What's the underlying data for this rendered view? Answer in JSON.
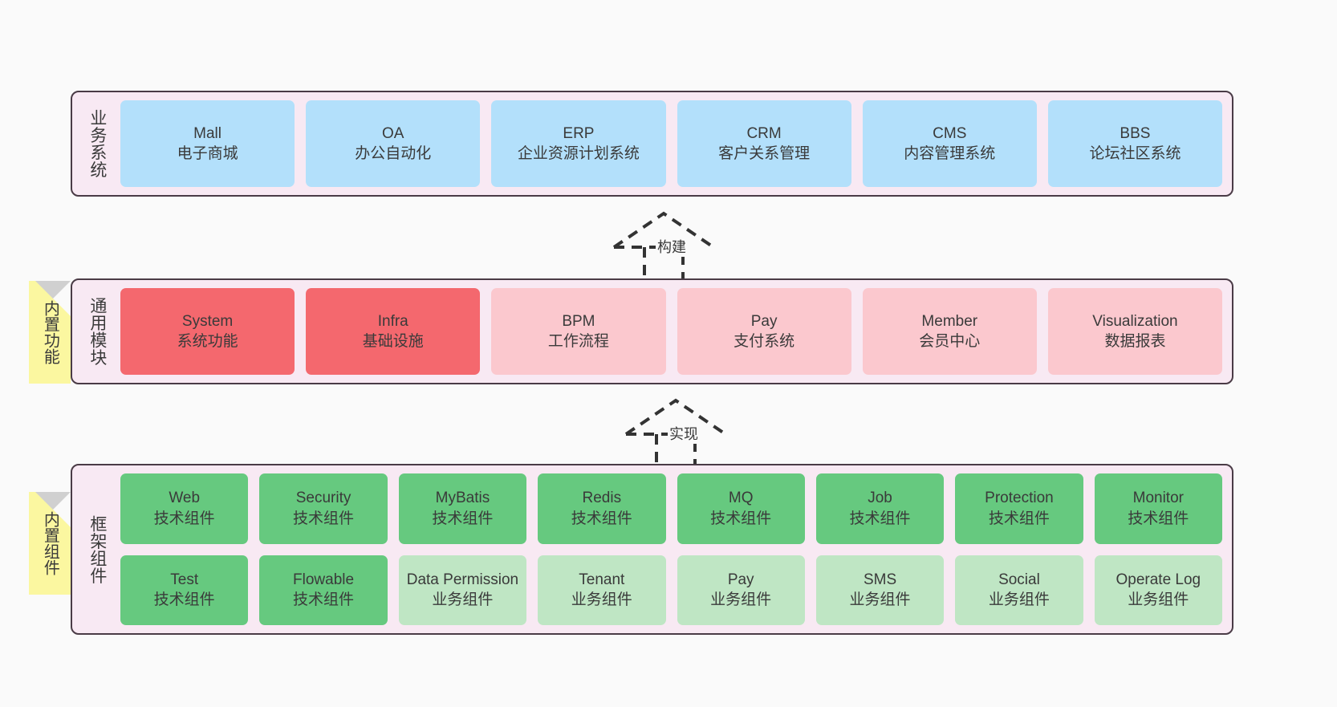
{
  "diagram": {
    "background_color": "#fafafa",
    "band_fill": "#f8e9f3",
    "band_border": "#4a3b46",
    "sticky_fill": "#fbf7a0"
  },
  "layers": [
    {
      "id": "business",
      "title": "业务系统",
      "card_color": "#b3e0fb",
      "rows": [
        {
          "cards": [
            {
              "name": "Mall",
              "desc": "电子商城"
            },
            {
              "name": "OA",
              "desc": "办公自动化"
            },
            {
              "name": "ERP",
              "desc": "企业资源计划系统"
            },
            {
              "name": "CRM",
              "desc": "客户关系管理"
            },
            {
              "name": "CMS",
              "desc": "内容管理系统"
            },
            {
              "name": "BBS",
              "desc": "论坛社区系统"
            }
          ]
        }
      ]
    },
    {
      "id": "modules",
      "title": "通用模块",
      "sticky": "内置功能",
      "rows": [
        {
          "cards": [
            {
              "name": "System",
              "desc": "系统功能",
              "color": "#f4686e"
            },
            {
              "name": "Infra",
              "desc": "基础设施",
              "color": "#f4686e"
            },
            {
              "name": "BPM",
              "desc": "工作流程",
              "color": "#fbc8ce"
            },
            {
              "name": "Pay",
              "desc": "支付系统",
              "color": "#fbc8ce"
            },
            {
              "name": "Member",
              "desc": "会员中心",
              "color": "#fbc8ce"
            },
            {
              "name": "Visualization",
              "desc": "数据报表",
              "color": "#fbc8ce"
            }
          ]
        }
      ]
    },
    {
      "id": "framework",
      "title": "框架组件",
      "sticky": "内置组件",
      "rows": [
        {
          "cards": [
            {
              "name": "Web",
              "desc": "技术组件",
              "color": "#66c97f"
            },
            {
              "name": "Security",
              "desc": "技术组件",
              "color": "#66c97f"
            },
            {
              "name": "MyBatis",
              "desc": "技术组件",
              "color": "#66c97f"
            },
            {
              "name": "Redis",
              "desc": "技术组件",
              "color": "#66c97f"
            },
            {
              "name": "MQ",
              "desc": "技术组件",
              "color": "#66c97f"
            },
            {
              "name": "Job",
              "desc": "技术组件",
              "color": "#66c97f"
            },
            {
              "name": "Protection",
              "desc": "技术组件",
              "color": "#66c97f"
            },
            {
              "name": "Monitor",
              "desc": "技术组件",
              "color": "#66c97f"
            }
          ]
        },
        {
          "cards": [
            {
              "name": "Test",
              "desc": "技术组件",
              "color": "#66c97f"
            },
            {
              "name": "Flowable",
              "desc": "技术组件",
              "color": "#66c97f"
            },
            {
              "name": "Data Permission",
              "desc": "业务组件",
              "color": "#bfe6c4"
            },
            {
              "name": "Tenant",
              "desc": "业务组件",
              "color": "#bfe6c4"
            },
            {
              "name": "Pay",
              "desc": "业务组件",
              "color": "#bfe6c4"
            },
            {
              "name": "SMS",
              "desc": "业务组件",
              "color": "#bfe6c4"
            },
            {
              "name": "Social",
              "desc": "业务组件",
              "color": "#bfe6c4"
            },
            {
              "name": "Operate Log",
              "desc": "业务组件",
              "color": "#bfe6c4"
            }
          ]
        }
      ]
    }
  ],
  "relations": [
    {
      "id": "build",
      "label": "构建",
      "from": "modules",
      "to": "business"
    },
    {
      "id": "impl",
      "label": "实现",
      "from": "framework",
      "to": "modules"
    }
  ]
}
